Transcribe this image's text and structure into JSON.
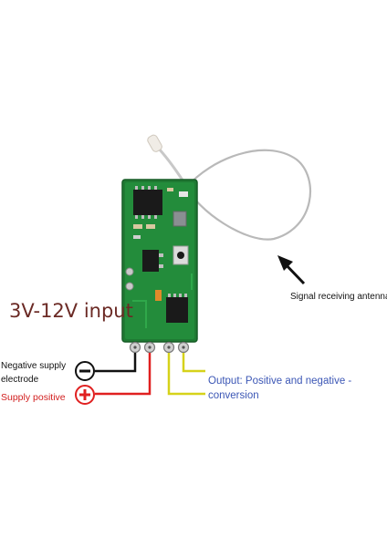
{
  "labels": {
    "voltage": "3V-12V input",
    "antenna": "Signal receiving antenna",
    "negative": "Negative supply electrode",
    "positive": "Supply positive",
    "output": "Output: Positive and negative - conversion"
  },
  "symbols": {
    "minus": "minus-icon",
    "plus": "plus-icon"
  },
  "colors": {
    "background": "#ffffff",
    "pcb": "#1f7a33",
    "negative_wire": "#111111",
    "positive_wire": "#e02020",
    "output_wire": "#d6d21a",
    "voltage_text": "#6b2a25",
    "output_text": "#3b56b5",
    "positive_text": "#d22020"
  }
}
